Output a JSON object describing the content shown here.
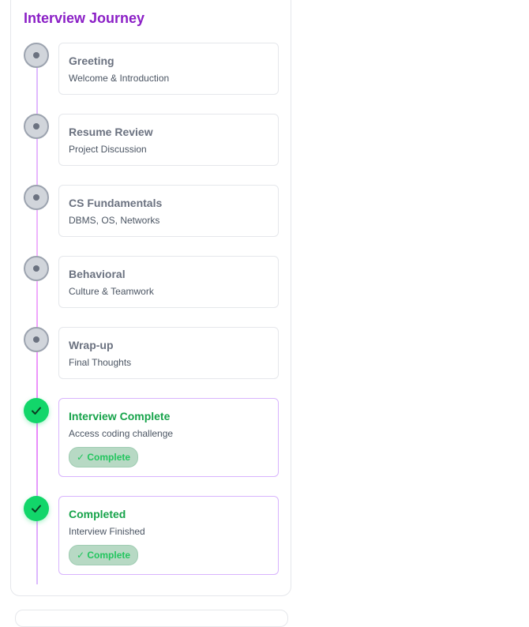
{
  "title": "Interview Journey",
  "colors": {
    "accent": "#8b1fc6",
    "done": "#12d66a",
    "done_text": "#16a34a",
    "pending": "#d1d5db"
  },
  "steps": [
    {
      "title": "Greeting",
      "subtitle": "Welcome & Introduction",
      "status": "pending"
    },
    {
      "title": "Resume Review",
      "subtitle": "Project Discussion",
      "status": "pending"
    },
    {
      "title": "CS Fundamentals",
      "subtitle": "DBMS, OS, Networks",
      "status": "pending"
    },
    {
      "title": "Behavioral",
      "subtitle": "Culture & Teamwork",
      "status": "pending"
    },
    {
      "title": "Wrap-up",
      "subtitle": "Final Thoughts",
      "status": "pending"
    },
    {
      "title": "Interview Complete",
      "subtitle": "Access coding challenge",
      "status": "done",
      "badge": "✓ Complete"
    },
    {
      "title": "Completed",
      "subtitle": "Interview Finished",
      "status": "done",
      "badge": "✓ Complete"
    }
  ]
}
